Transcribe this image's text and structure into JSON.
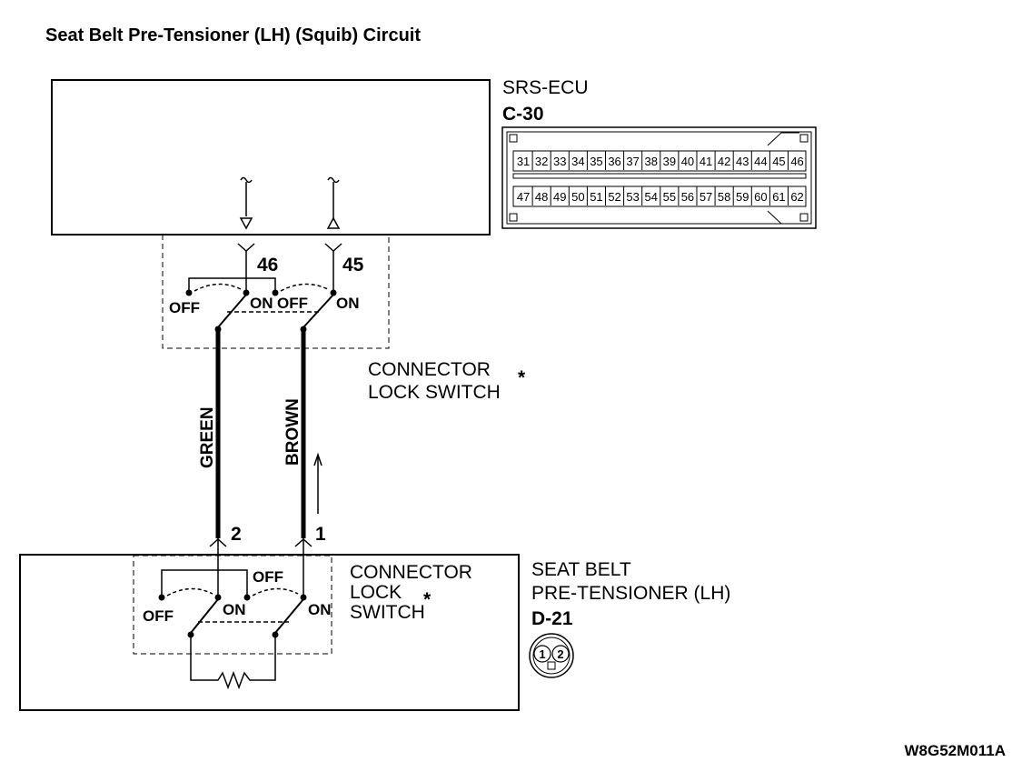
{
  "title": "Seat Belt Pre-Tensioner (LH) (Squib) Circuit",
  "ecu": {
    "name": "SRS-ECU",
    "connector_id": "C-30",
    "pins_top": [
      "31",
      "32",
      "33",
      "34",
      "35",
      "36",
      "37",
      "38",
      "39",
      "40",
      "41",
      "42",
      "43",
      "44",
      "45",
      "46"
    ],
    "pins_bottom": [
      "47",
      "48",
      "49",
      "50",
      "51",
      "52",
      "53",
      "54",
      "55",
      "56",
      "57",
      "58",
      "59",
      "60",
      "61",
      "62"
    ],
    "terminal_left": "46",
    "terminal_right": "45"
  },
  "ecu_switch": {
    "label_line1": "CONNECTOR",
    "label_line2": "LOCK SWITCH",
    "asterisk": "*",
    "off_left": "OFF",
    "on_left": "ON",
    "off_right": "OFF",
    "on_right": "ON"
  },
  "wires": {
    "left_color": "GREEN",
    "right_color": "BROWN"
  },
  "pretensioner": {
    "name_line1": "SEAT BELT",
    "name_line2": "PRE-TENSIONER (LH)",
    "connector_id": "D-21",
    "terminal_left": "2",
    "terminal_right": "1",
    "conn_pin1": "1",
    "conn_pin2": "2"
  },
  "pret_switch": {
    "label_line1": "CONNECTOR",
    "label_line2": "LOCK",
    "label_line3": "SWITCH",
    "asterisk": "*",
    "off_left": "OFF",
    "on_left": "ON",
    "off_right": "OFF",
    "on_right": "ON"
  },
  "figure_code": "W8G52M011A"
}
